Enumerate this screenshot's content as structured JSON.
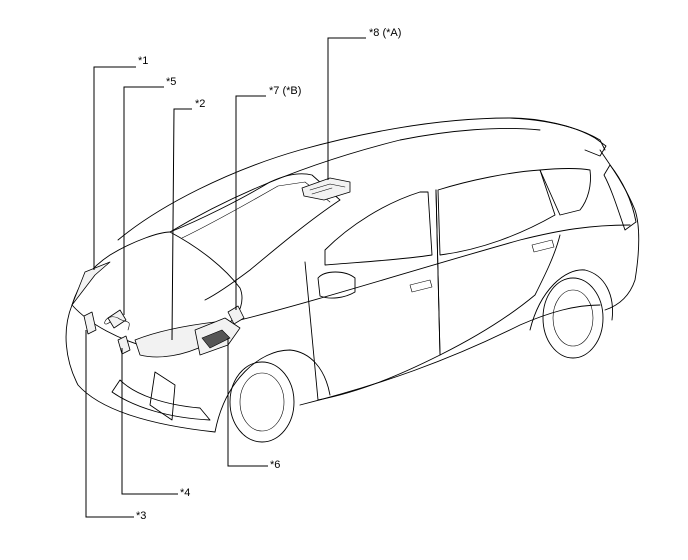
{
  "callouts": {
    "c1": "*1",
    "c2": "*2",
    "c3": "*3",
    "c4": "*4",
    "c5": "*5",
    "c6": "*6",
    "c7": "*7 (*B)",
    "c8": "*8 (*A)"
  },
  "colors": {
    "line": "#000000",
    "background": "#ffffff",
    "part_fill": "#f2f2f2"
  }
}
